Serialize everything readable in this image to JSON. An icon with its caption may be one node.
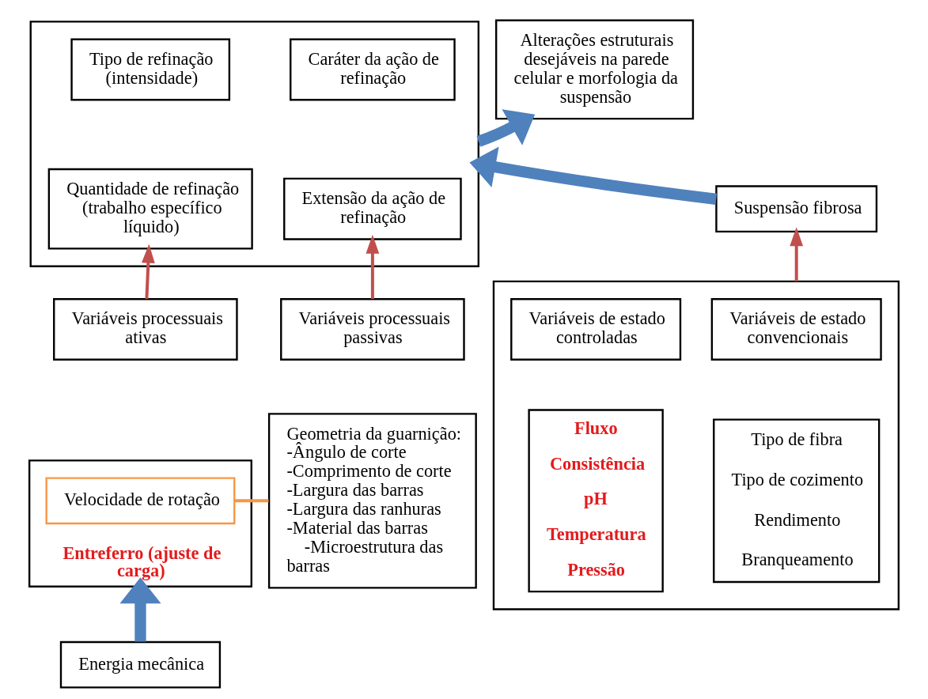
{
  "diagram": {
    "nodes": [
      {
        "text": [
          "Suspensão fibrosa"
        ]
      },
      {
        "text": [],
        "shape": "box"
      },
      {
        "text": [
          "Tipo de refinação (intensidade)"
        ],
        "in": 1
      },
      {
        "text": [
          "Caráter da ação de refinação"
        ],
        "in": 1
      },
      {
        "text": [
          "Quantidade de refinação (trabalho específico líquido)"
        ],
        "in": 1
      },
      {
        "text": [
          "Extensão da ação de refinação"
        ],
        "in": 1
      },
      {
        "text": [
          "Alterações estruturais desejáveis na parede celular e morfologia da suspensão"
        ]
      },
      {
        "text": [],
        "shape": "box"
      },
      {
        "text": [
          "Variáveis de estado convencionais"
        ],
        "in": 7
      },
      {
        "text": [
          "Variáveis de estado controladas"
        ],
        "in": 7
      },
      {
        "text": [
          "Tipo de fibra",
          "Tipo de cozimento",
          "Rendimento",
          "Branqueamento"
        ],
        "in": 7
      },
      {
        "text": [
          "Fluxo",
          "Consistência",
          "pH",
          "Temperatura",
          "Pressão"
        ],
        "in": 7
      },
      {
        "text": [
          "Variáveis processuais ativas"
        ]
      },
      {
        "text": [
          "Entreferro (ajuste de carga)"
        ]
      },
      {
        "text": [
          "Velocidade de rotação"
        ],
        "in": 13
      },
      {
        "text": [
          "Variáveis processuais passivas"
        ]
      },
      {
        "text": [
          "Geometria da guarnição:",
          "-Ângulo de corte",
          "-Comprimento de corte",
          "-Largura das barras",
          "-Largura das ranhuras",
          "-Material das barras",
          "-Microestrutura das barras"
        ]
      },
      {
        "text": [
          "Energia mecânica"
        ]
      }
    ],
    "edges": [
      {
        "from": 0,
        "to": 1,
        "arrow": "to",
        "style": "thick",
        "color": "#4f81bd"
      },
      {
        "from": 1,
        "to": 6,
        "arrow": "to",
        "style": "thick",
        "color": "#4f81bd"
      },
      {
        "from": 7,
        "to": 0,
        "arrow": "to",
        "color": "#c0504d"
      },
      {
        "from": 12,
        "to": 4,
        "arrow": "to",
        "color": "#c0504d"
      },
      {
        "from": 15,
        "to": 5,
        "arrow": "to",
        "color": "#c0504d"
      },
      {
        "from": 17,
        "to": 13,
        "arrow": "to",
        "style": "thick",
        "color": "#4f81bd"
      },
      {
        "from": 14,
        "to": 16,
        "arrow": "none",
        "color": "#f79646"
      }
    ]
  }
}
